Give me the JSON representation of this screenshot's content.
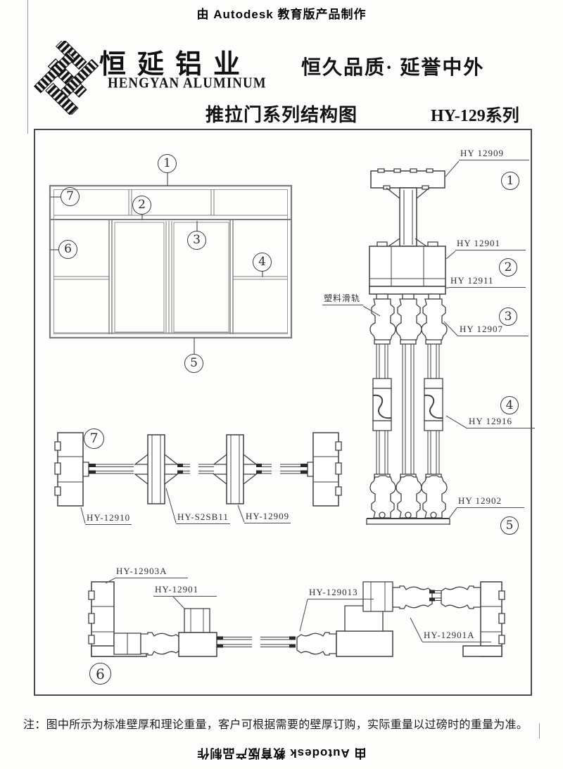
{
  "watermark": {
    "top": "由 Autodesk 教育版产品制作",
    "bottom": "由 Autodesk 教育版产品制作"
  },
  "header": {
    "company_cn": "恒延铝业",
    "company_en": "HENGYAN ALUMINUM",
    "slogan": "恒久品质· 延誉中外",
    "title": "推拉门系列结构图",
    "series": "HY-129系列"
  },
  "callouts": {
    "c1": "1",
    "c2": "2",
    "c3": "3",
    "c4": "4",
    "c5": "5",
    "c6": "6",
    "c7": "7"
  },
  "section_labels": {
    "hy12909": "HY 12909",
    "hy12901": "HY 12901",
    "hy12911": "HY 12911",
    "plastic_track": "塑料滑轨",
    "hy12907": "HY 12907",
    "hy12916": "HY 12916",
    "hy12902": "HY 12902",
    "hy12910": "HY-12910",
    "hys2sb11": "HY-S2SB11",
    "hy12909_h": "HY-12909",
    "hy12903a": "HY-12903A",
    "hy12901_b": "HY-12901",
    "hy129013": "HY-129013",
    "hy12901a": "HY-12901A"
  },
  "note": "注：图中所示为标准壁厚和理论重量，客户可根据需要的壁厚订购，实际重量以过磅时的重量为准。",
  "colors": {
    "frame_line": "#7d7d7d",
    "profile_line": "#3f3f3f",
    "text": "#1c1c1c"
  }
}
